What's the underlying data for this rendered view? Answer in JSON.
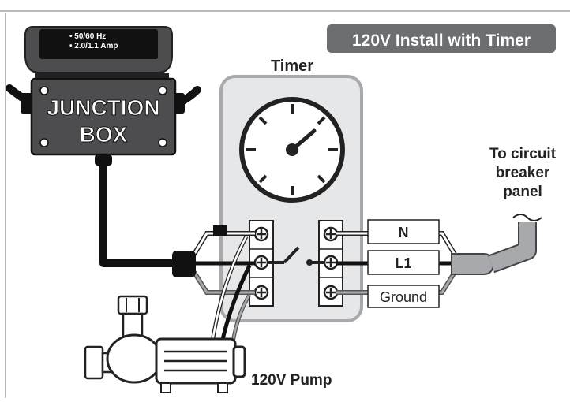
{
  "title_badge": "120V Install with Timer",
  "power_unit": {
    "spec_line_1": "• 50/60 Hz",
    "spec_line_2": "• 2.0/1.1 Amp"
  },
  "junction_box": {
    "line_1": "JUNCTION",
    "line_2": "BOX"
  },
  "timer_label": "Timer",
  "panel_label": {
    "line_1": "To circuit",
    "line_2": "breaker",
    "line_3": "panel"
  },
  "terminals": {
    "neutral": "N",
    "line": "L1",
    "ground": "Ground"
  },
  "pump_label": "120V Pump",
  "colors": {
    "badge_bg": "#6d6e71",
    "box_dark": "#4d4d4f",
    "wire_black": "#111111",
    "wire_gray": "#a7a9ac",
    "timer_bg": "#e6e7e8",
    "timer_border": "#a7a9ac"
  }
}
